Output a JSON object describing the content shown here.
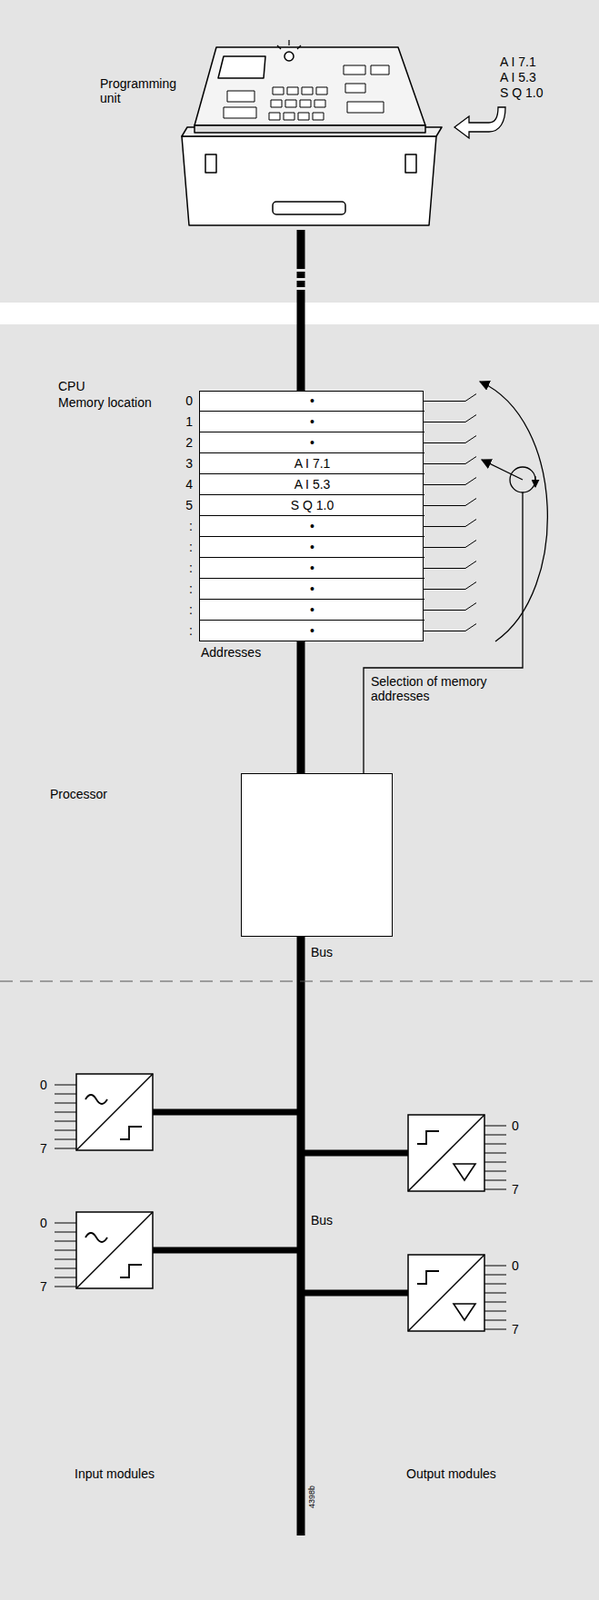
{
  "diagram": {
    "nodes": [
      {
        "text": [
          "Programming unit"
        ]
      },
      {
        "text": [
          "CPU",
          "Memory location"
        ]
      },
      {
        "text": [
          "•"
        ],
        "in": 1
      },
      {
        "text": [
          "•"
        ],
        "in": 1
      },
      {
        "text": [
          "•"
        ],
        "in": 1
      },
      {
        "text": [
          "A I 7.1"
        ],
        "in": 1
      },
      {
        "text": [
          "A I 5.3"
        ],
        "in": 1
      },
      {
        "text": [
          "S Q 1.0"
        ],
        "in": 1
      },
      {
        "text": [
          "•"
        ],
        "in": 1
      },
      {
        "text": [
          "•"
        ],
        "in": 1
      },
      {
        "text": [
          "•"
        ],
        "in": 1
      },
      {
        "text": [
          "•"
        ],
        "in": 1
      },
      {
        "text": [
          "•"
        ],
        "in": 1
      },
      {
        "text": [
          "•"
        ],
        "in": 1
      },
      {
        "text": [
          "Processor"
        ]
      }
    ],
    "edges": [
      {
        "from": 0,
        "to": 1,
        "arrow": "none"
      },
      {
        "from": 1,
        "to": 14,
        "arrow": "none"
      }
    ],
    "labels": [
      "A I 7.1",
      "A I 5.3",
      "S Q 1.0",
      "0",
      "1",
      "2",
      "3",
      "4",
      "5",
      ":",
      ":",
      ":",
      ":",
      ":",
      ":",
      "Addresses",
      "Selection of memory addresses",
      "Bus",
      "0",
      "7",
      "0",
      "7",
      "0",
      "7",
      "0",
      "7",
      "Bus",
      "Input modules",
      "Output modules",
      "4398b"
    ]
  }
}
